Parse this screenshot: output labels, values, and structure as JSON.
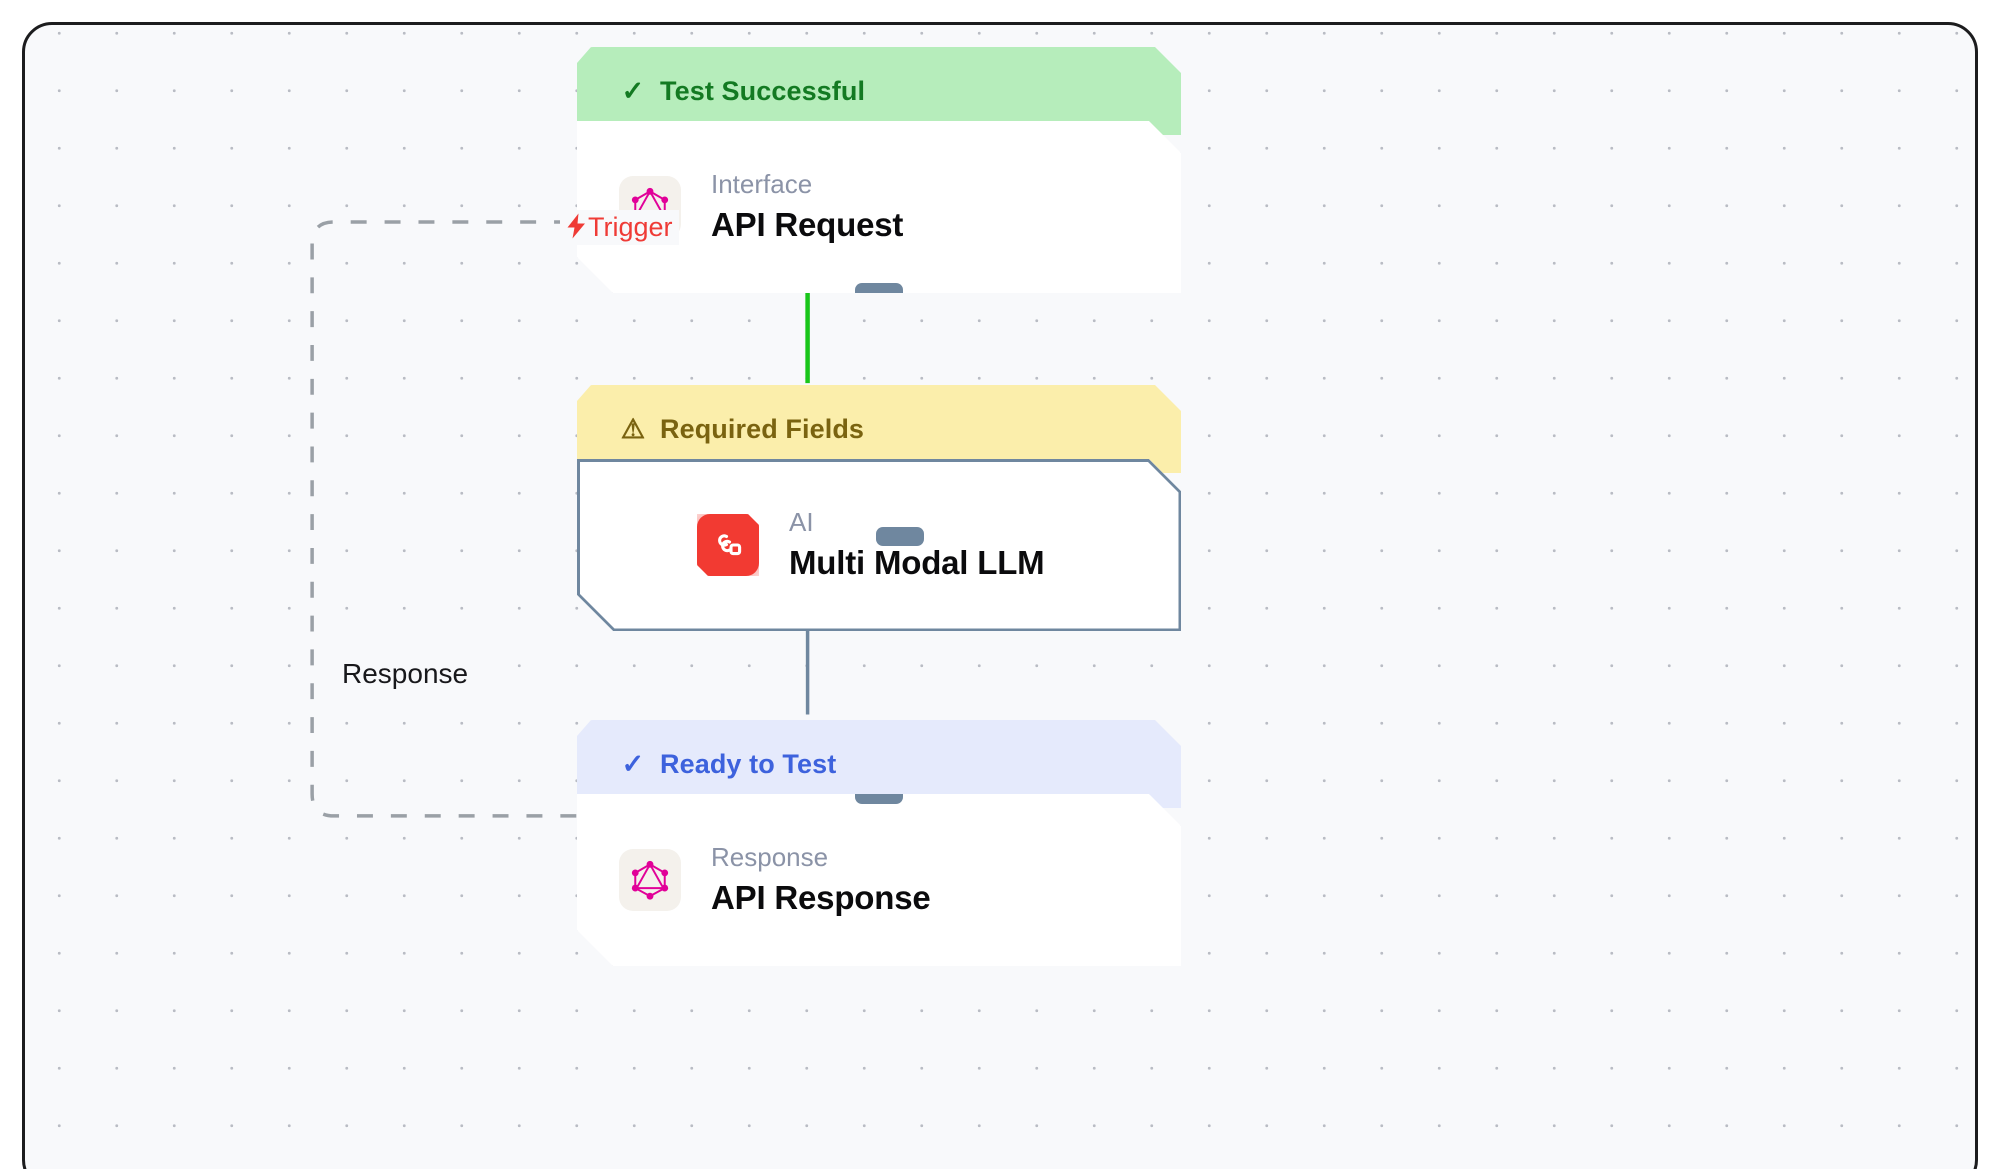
{
  "canvas": {
    "background_color": "#f8f9fb",
    "dot_color": "#b9bcc4",
    "frame_color": "#1c1c1e"
  },
  "labels": {
    "trigger": {
      "text": "Trigger",
      "icon": "lightning-bolt-icon",
      "glyph": "⚡",
      "color": "#ef3b36"
    },
    "response": {
      "text": "Response",
      "color": "#18181b"
    }
  },
  "nodes": [
    {
      "id": "api-request",
      "status": {
        "text": "Test Successful",
        "icon": "check-icon",
        "glyph": "✓",
        "tone": "green",
        "bg": "#b6edbb",
        "fg": "#137a22"
      },
      "kind": "Interface",
      "title": "API Request",
      "icon": "graphql-icon",
      "icon_color": "#e10098",
      "selected": false
    },
    {
      "id": "multi-modal-llm",
      "status": {
        "text": "Required Fields",
        "icon": "warning-triangle-icon",
        "glyph": "⚠",
        "tone": "yellow",
        "bg": "#fbeeab",
        "fg": "#7a6310"
      },
      "kind": "AI",
      "title": "Multi Modal LLM",
      "icon": "ai-model-icon",
      "icon_color": "#f23a32",
      "selected": true
    },
    {
      "id": "api-response",
      "status": {
        "text": "Ready to Test",
        "icon": "check-icon",
        "glyph": "✓",
        "tone": "blue",
        "bg": "#e5eafc",
        "fg": "#3d62dd"
      },
      "kind": "Response",
      "title": "API Response",
      "icon": "graphql-icon",
      "icon_color": "#e10098",
      "selected": false
    }
  ],
  "edges": [
    {
      "id": "request-to-llm",
      "from": "api-request",
      "to": "multi-modal-llm",
      "color": "#19c61a",
      "style": "solid"
    },
    {
      "id": "llm-to-response",
      "from": "multi-modal-llm",
      "to": "api-response",
      "color": "#6f879f",
      "style": "solid"
    },
    {
      "id": "response-feedback",
      "from": "api-response",
      "to": "api-request",
      "color": "#9aa0a6",
      "style": "dashed",
      "label": "Response"
    }
  ]
}
